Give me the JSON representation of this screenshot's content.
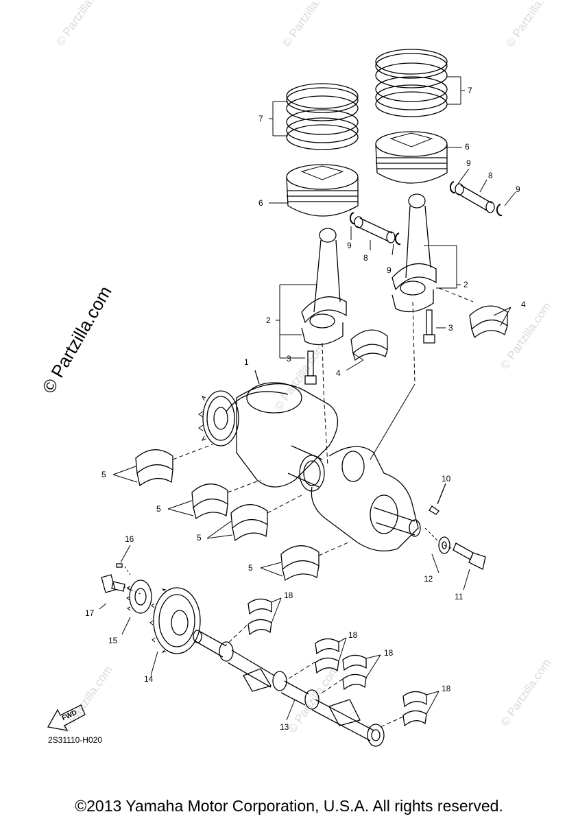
{
  "watermarks": {
    "small": "© Partzilla.com",
    "large": "© Partzilla.com"
  },
  "callouts": {
    "c1": "1",
    "c2a": "2",
    "c2b": "2",
    "c3a": "3",
    "c3b": "3",
    "c4a": "4",
    "c4b": "4",
    "c5a": "5",
    "c5b": "5",
    "c5c": "5",
    "c5d": "5",
    "c6a": "6",
    "c6b": "6",
    "c7a": "7",
    "c7b": "7",
    "c8a": "8",
    "c8b": "8",
    "c9a": "9",
    "c9b": "9",
    "c9c": "9",
    "c9d": "9",
    "c10": "10",
    "c11": "11",
    "c12": "12",
    "c13": "13",
    "c14": "14",
    "c15": "15",
    "c16": "16",
    "c17": "17",
    "c18a": "18",
    "c18b": "18",
    "c18c": "18",
    "c18d": "18"
  },
  "fwd_label": "FWD",
  "reference_code": "2S31110-H020",
  "copyright": "©2013 Yamaha Motor Corporation, U.S.A. All rights reserved."
}
